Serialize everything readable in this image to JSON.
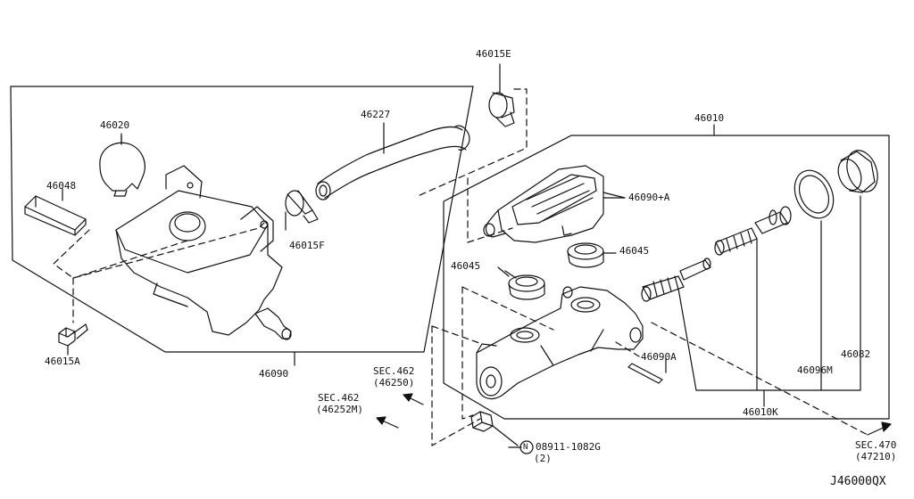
{
  "diagram": {
    "labels": {
      "p46015E": "46015E",
      "p46227": "46227",
      "p46020": "46020",
      "p46048": "46048",
      "p46015F": "46015F",
      "p46015A": "46015A",
      "p46090": "46090",
      "p46010": "46010",
      "p46090A_plus": "46090+A",
      "p46045_right": "46045",
      "p46045_left": "46045",
      "p46090A": "46090A",
      "p46082": "46082",
      "p46096M": "46096M",
      "p46010K": "46010K",
      "sec462_a": "SEC.462",
      "sec462_a_ref": "(46250)",
      "sec462_b": "SEC.462",
      "sec462_b_ref": "(46252M)",
      "bolt_number": "08911-1082G",
      "bolt_qty": "(2)",
      "bolt_prefix": "N",
      "sec470": "SEC.470",
      "sec470_ref": "(47210)"
    },
    "drawing_code": "J46000QX"
  }
}
